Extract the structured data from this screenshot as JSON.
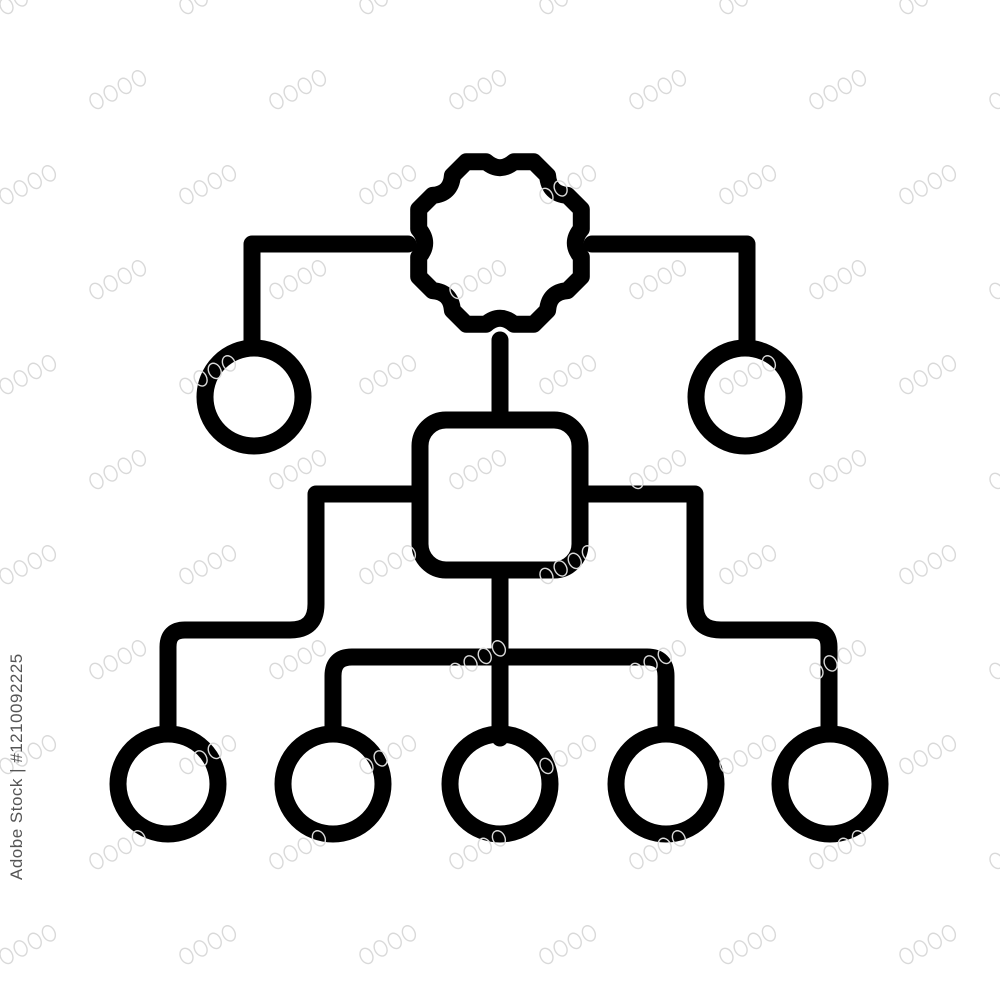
{
  "diagram": {
    "style": "line-icon",
    "stroke_color": "#000000",
    "background_color": "#ffffff",
    "nodes": {
      "root": {
        "shape": "gear",
        "teeth": 8
      },
      "hub": {
        "shape": "rounded-square"
      },
      "upper_leaves": [
        {
          "id": "upper-left",
          "shape": "circle"
        },
        {
          "id": "upper-right",
          "shape": "circle"
        }
      ],
      "bottom_leaves": [
        {
          "id": "bottom-1",
          "shape": "circle"
        },
        {
          "id": "bottom-2",
          "shape": "circle"
        },
        {
          "id": "bottom-3",
          "shape": "circle"
        },
        {
          "id": "bottom-4",
          "shape": "circle"
        },
        {
          "id": "bottom-5",
          "shape": "circle"
        }
      ]
    },
    "edges": [
      [
        "root",
        "upper-left"
      ],
      [
        "root",
        "upper-right"
      ],
      [
        "root",
        "hub"
      ],
      [
        "hub",
        "bottom-1"
      ],
      [
        "hub",
        "bottom-2"
      ],
      [
        "hub",
        "bottom-3"
      ],
      [
        "hub",
        "bottom-4"
      ],
      [
        "hub",
        "bottom-5"
      ]
    ]
  },
  "stock_id": "Adobe Stock | #1210092225",
  "watermark_color": "#d9d9d9"
}
